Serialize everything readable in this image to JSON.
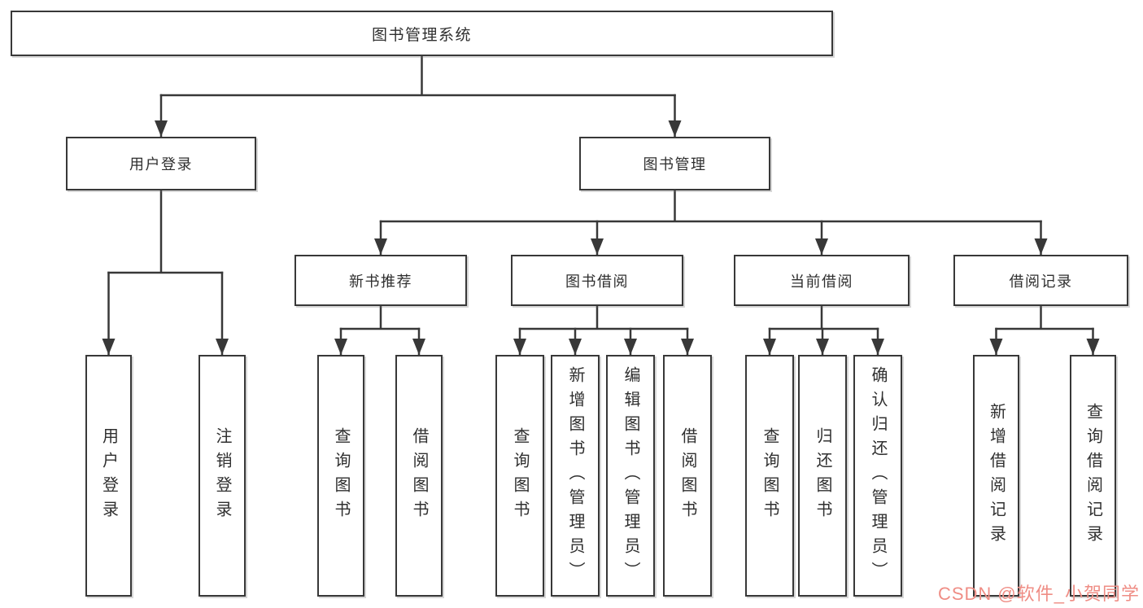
{
  "diagram": {
    "root": {
      "label": "图书管理系统",
      "children": [
        {
          "label": "用户登录",
          "children": [
            {
              "label": "用户登录"
            },
            {
              "label": "注销登录"
            }
          ]
        },
        {
          "label": "图书管理",
          "children": [
            {
              "label": "新书推荐",
              "children": [
                {
                  "label": "查询图书"
                },
                {
                  "label": "借阅图书"
                }
              ]
            },
            {
              "label": "图书借阅",
              "children": [
                {
                  "label": "查询图书"
                },
                {
                  "label": "新增图书（管理员）"
                },
                {
                  "label": "编辑图书（管理员）"
                },
                {
                  "label": "借阅图书"
                }
              ]
            },
            {
              "label": "当前借阅",
              "children": [
                {
                  "label": "查询图书"
                },
                {
                  "label": "归还图书"
                },
                {
                  "label": "确认归还（管理员）"
                }
              ]
            },
            {
              "label": "借阅记录",
              "children": [
                {
                  "label": "新增借阅记录"
                },
                {
                  "label": "查询借阅记录"
                }
              ]
            }
          ]
        }
      ]
    }
  },
  "watermark": {
    "text": "CSDN @软件_小贺同学",
    "color": "#ef8d85"
  },
  "colors": {
    "line": "#383838",
    "box_border": "#383838",
    "text": "#2f2f2f",
    "background": "#ffffff"
  }
}
